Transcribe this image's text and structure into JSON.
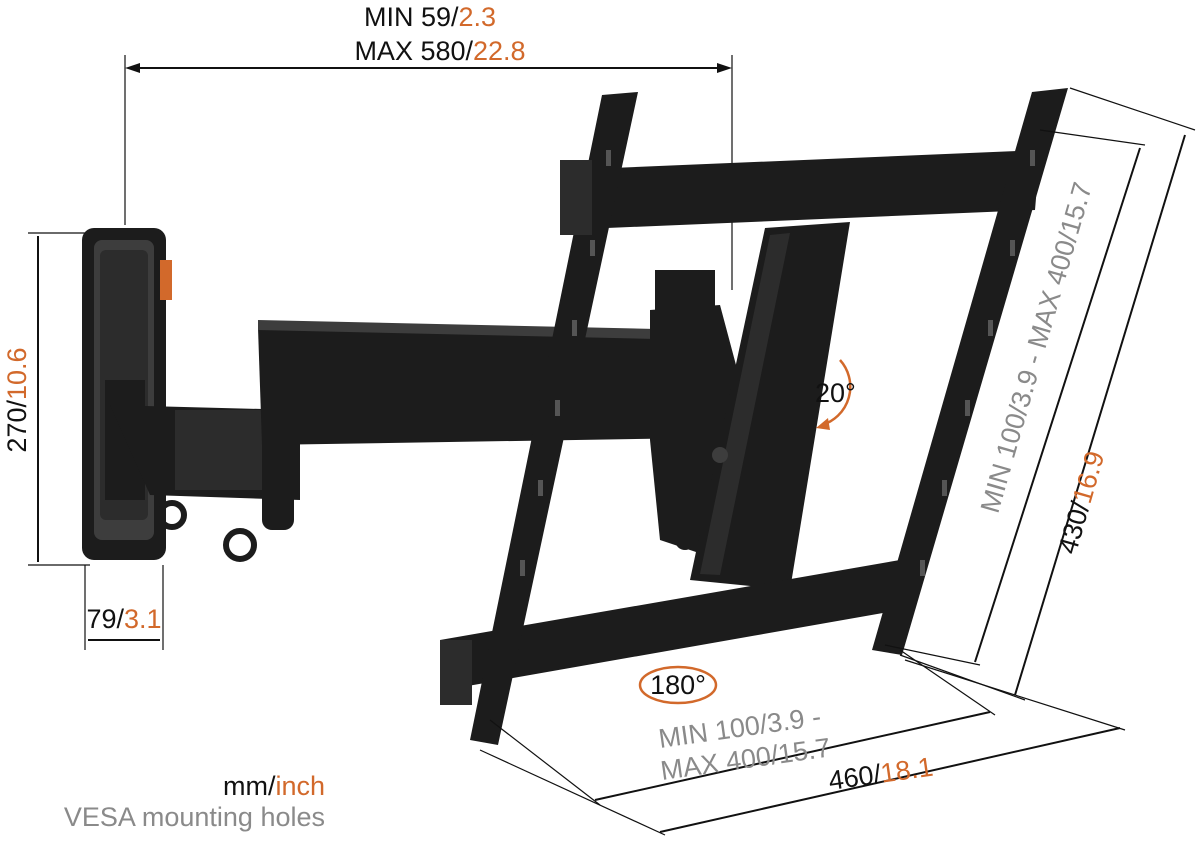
{
  "dimensions": {
    "depth_min": {
      "mm": "MIN 59/",
      "inch": "2.3"
    },
    "depth_max": {
      "mm": "MAX 580/",
      "inch": "22.8"
    },
    "wall_plate_height": {
      "mm": "270/",
      "inch": "10.6"
    },
    "wall_plate_width": {
      "mm": "79/",
      "inch": "3.1"
    },
    "tilt": "20°",
    "swivel": "180°",
    "vesa_vertical": {
      "mm_min": "MIN 100/",
      "inch_min": "3.9",
      "sep": " - ",
      "mm_max": "MAX 400/",
      "inch_max": "15.7"
    },
    "frame_height": {
      "mm": "430/",
      "inch": "16.9"
    },
    "vesa_horizontal": {
      "mm_min": "MIN 100/",
      "inch_min": "3.9 -",
      "mm_max": "MAX 400/",
      "inch_max": "15.7"
    },
    "frame_width": {
      "mm": "460/",
      "inch": "18.1"
    }
  },
  "legend": {
    "mm": "mm/",
    "inch": "inch",
    "vesa": "VESA mounting holes"
  },
  "colors": {
    "orange": "#d2692b",
    "gray": "#8a8a8a",
    "metal": "#1c1c1c"
  }
}
